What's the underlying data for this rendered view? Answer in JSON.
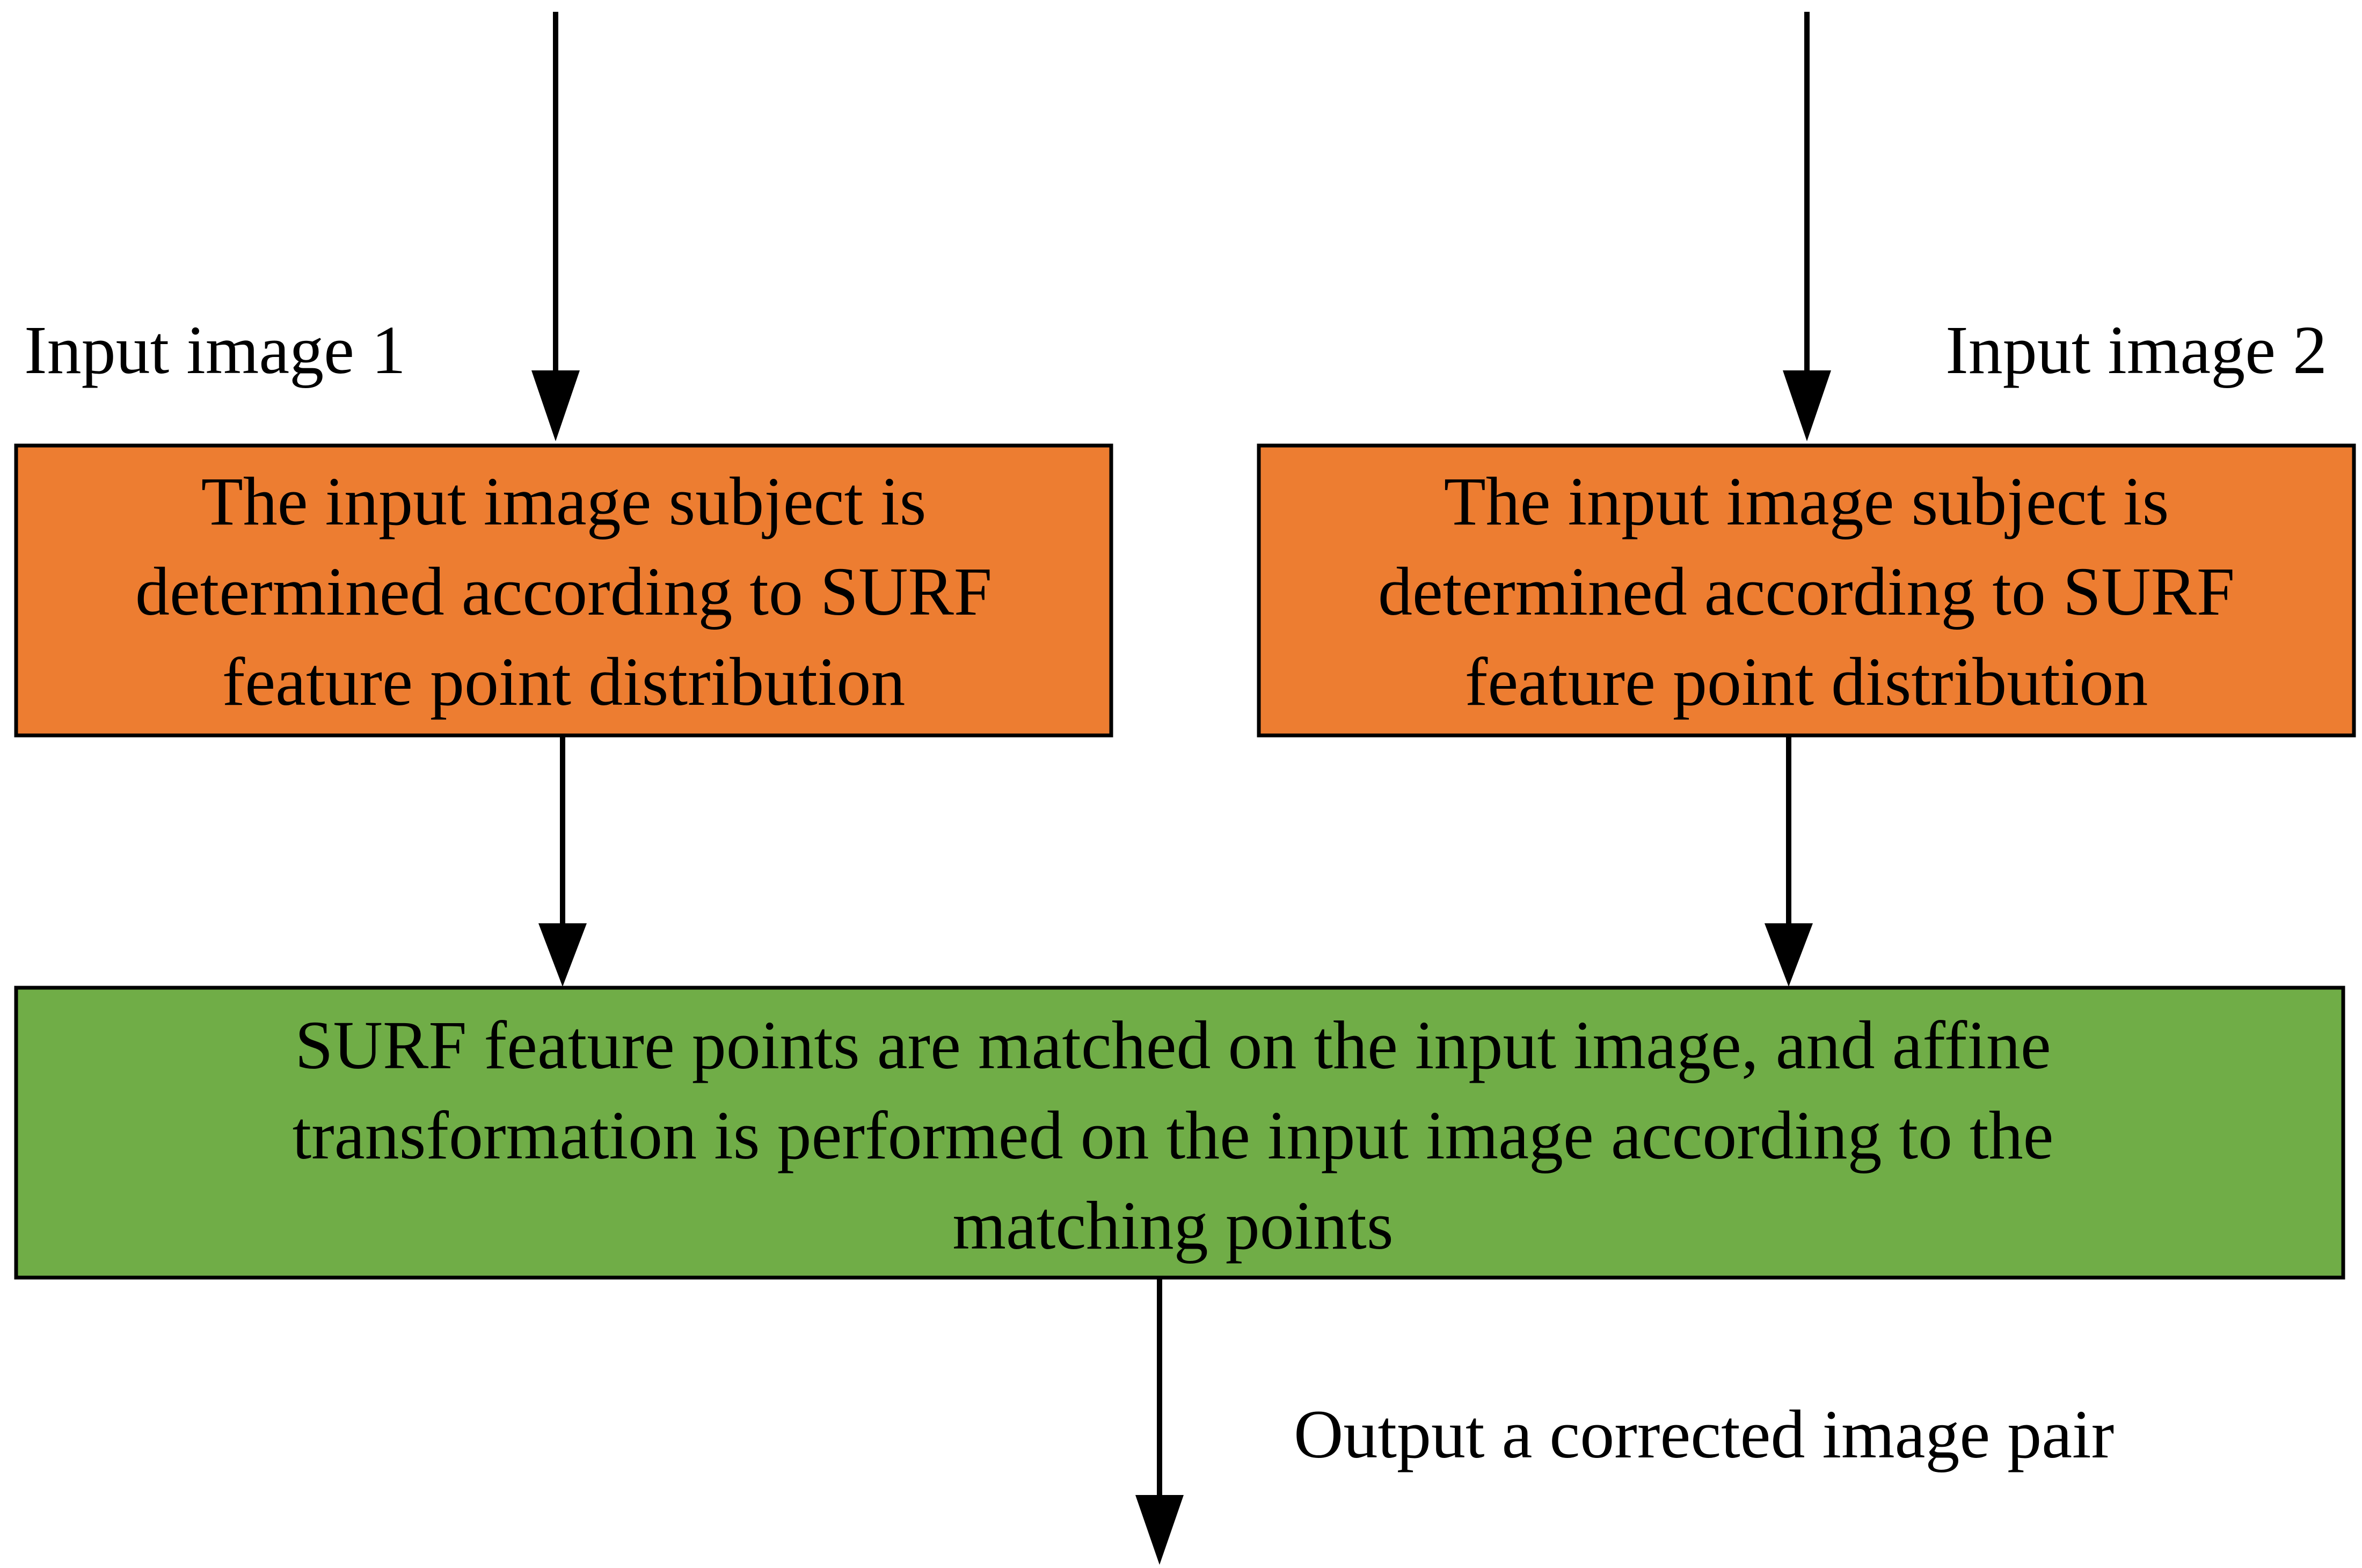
{
  "colors": {
    "process_box": "#ED7D31",
    "merge_box": "#70AD47",
    "stroke": "#000000",
    "background": "#FFFFFF"
  },
  "labels": {
    "input1": "Input image 1",
    "input2": "Input image 2",
    "output": "Output a corrected image pair"
  },
  "boxes": {
    "subject1": {
      "lines": [
        "The input image subject is",
        "determined according to SURF",
        "feature point distribution"
      ]
    },
    "subject2": {
      "lines": [
        "The input image subject is",
        "determined according to SURF",
        "feature point distribution"
      ]
    },
    "match": {
      "lines": [
        "SURF feature points are matched on the input image, and affine",
        "transformation is performed on the input image according to the",
        "matching points"
      ]
    }
  }
}
